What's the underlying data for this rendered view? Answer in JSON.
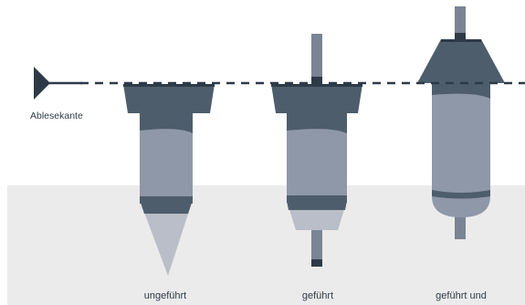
{
  "reading_edge_label": "Ablesekante",
  "captions": [
    "ungeführt",
    "geführt",
    "geführt und"
  ],
  "colors": {
    "ground": "#ebebeb",
    "head": "#4e5d6c",
    "head_dark": "#2e3a47",
    "body": "#8f98a8",
    "body_dark": "#4e5d6c",
    "tip": "#b9bec8",
    "guide": "#7a8494",
    "reference_line": "#2e3a47",
    "pointer": "#2e3a47"
  }
}
